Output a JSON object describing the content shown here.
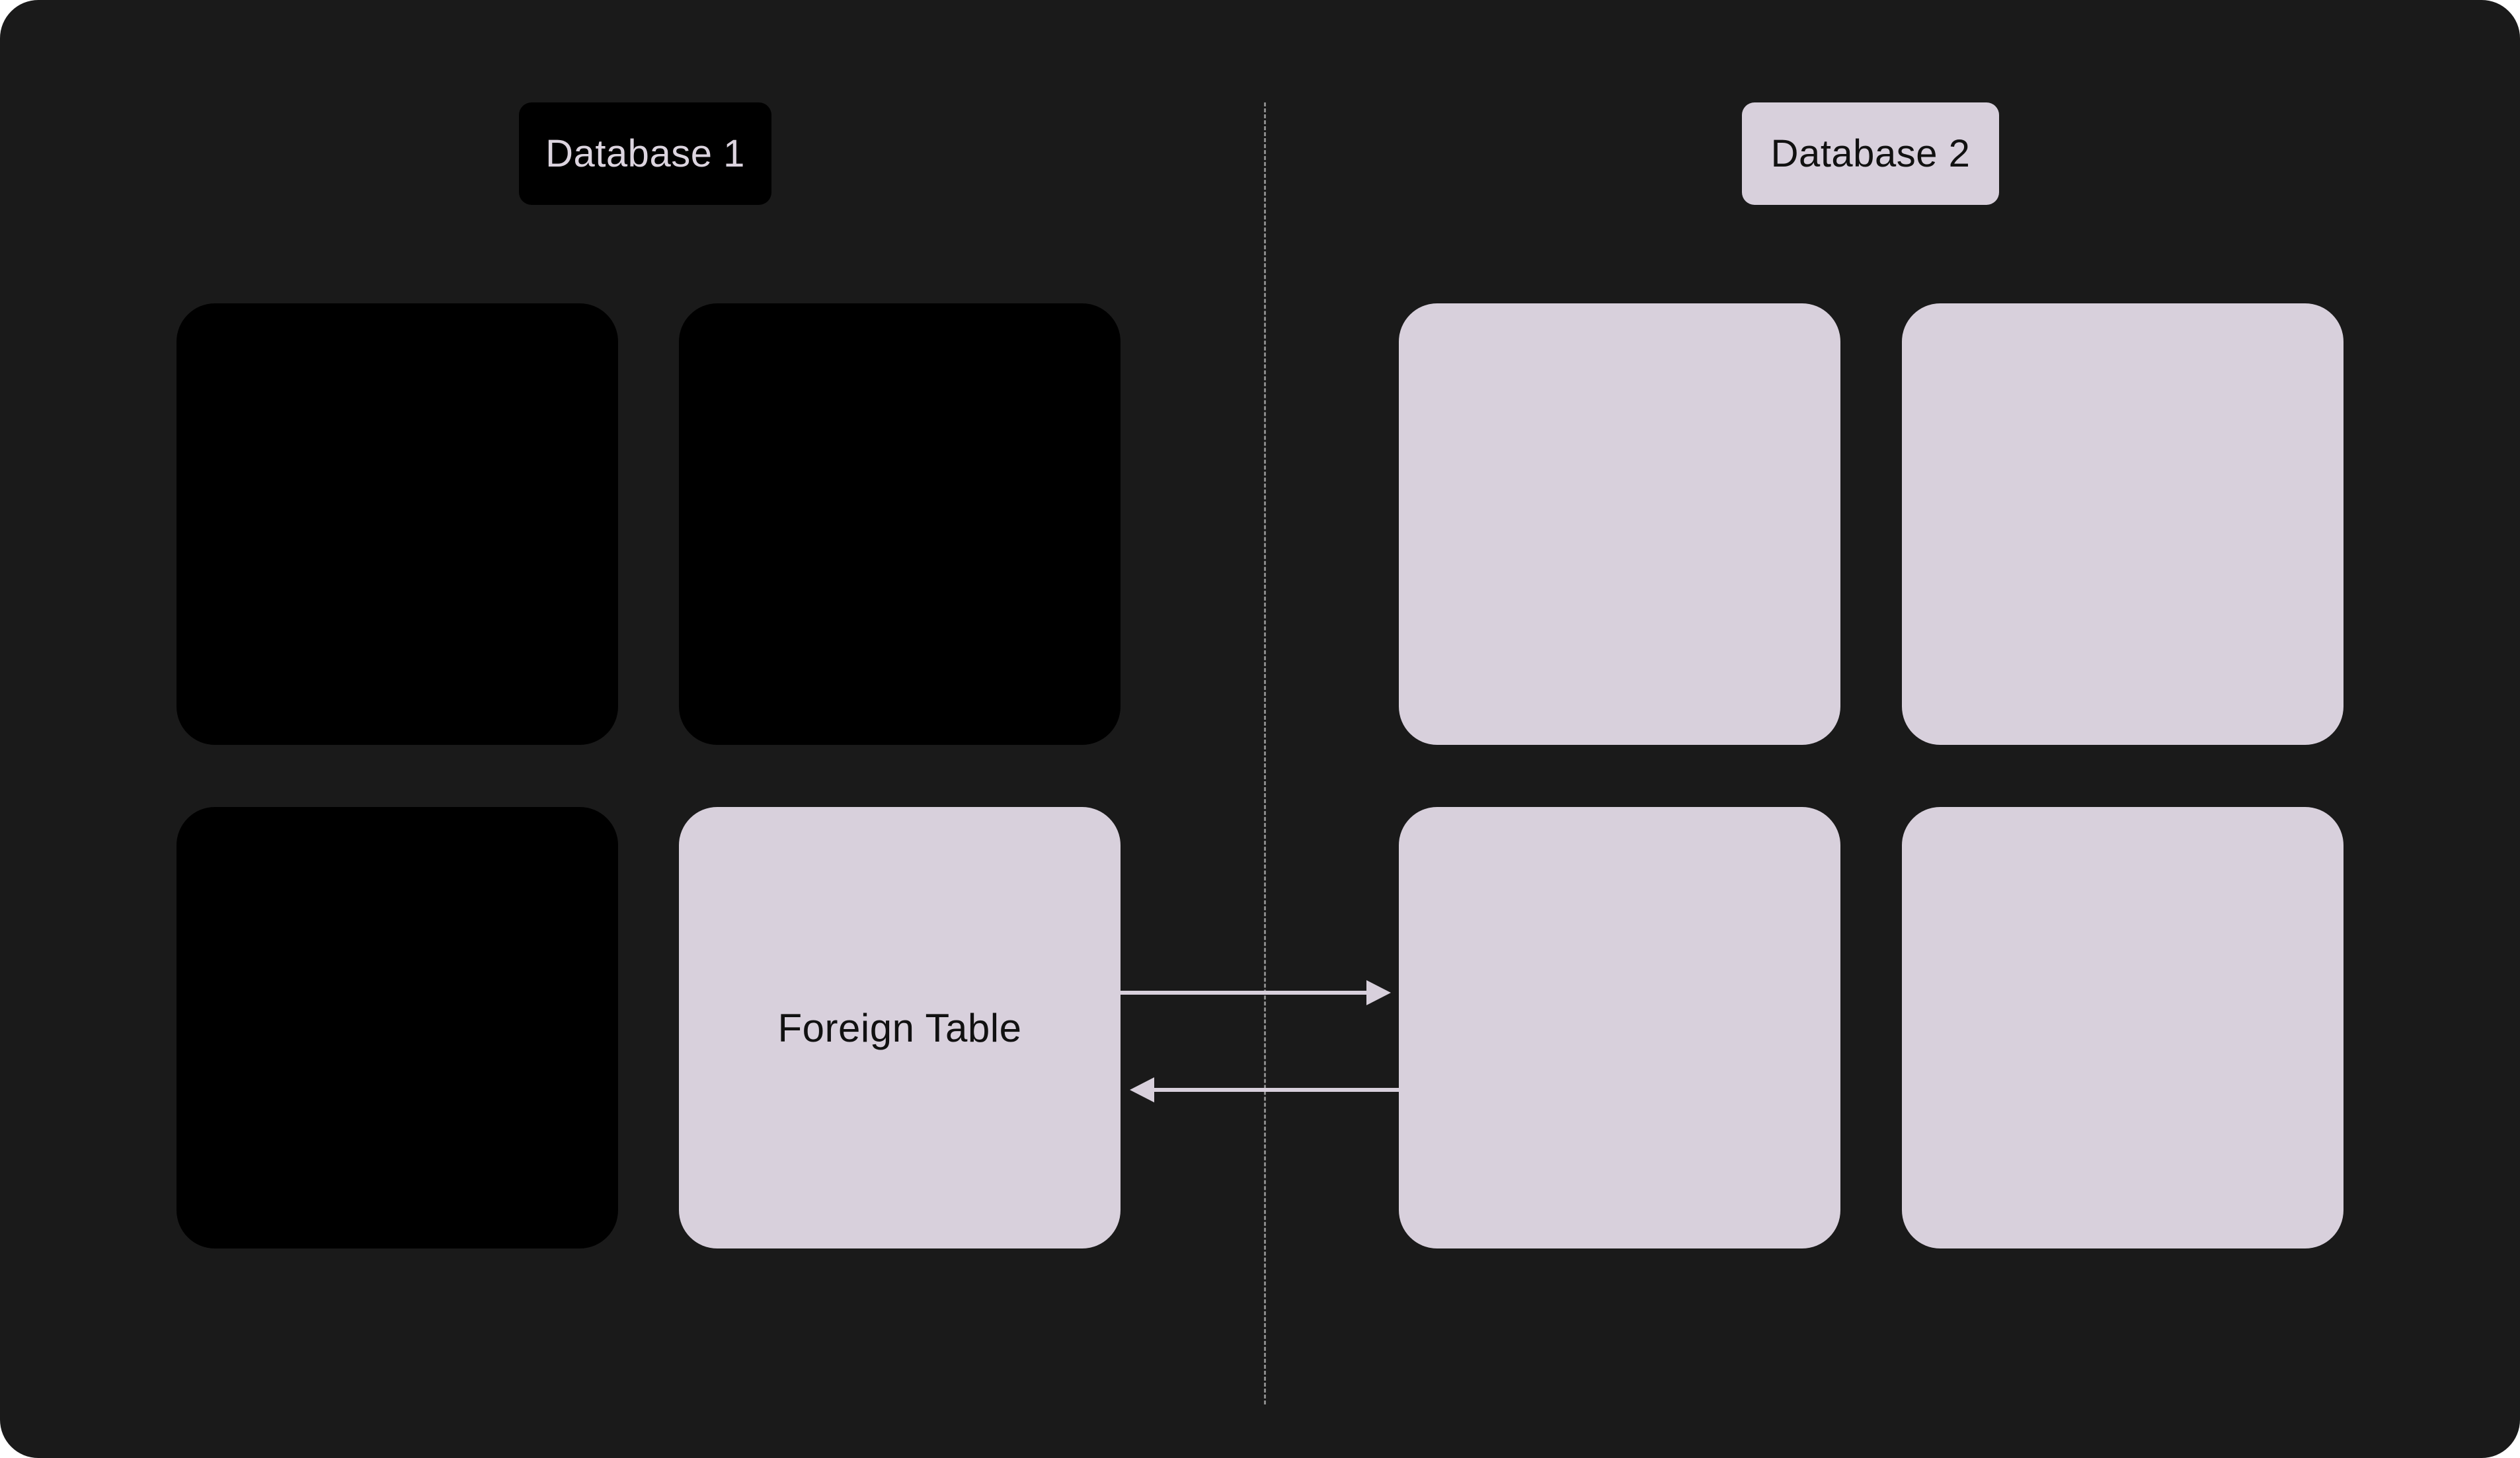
{
  "colors": {
    "background": "#1a1a1a",
    "dark_tile": "#000000",
    "light_tile": "#d8d0dc",
    "divider": "#8a8a8a",
    "arrow": "#d8d0dc"
  },
  "database_1": {
    "label": "Database 1",
    "tables": [
      {
        "text": "",
        "style": "dark"
      },
      {
        "text": "",
        "style": "dark"
      },
      {
        "text": "",
        "style": "dark"
      },
      {
        "text": "Foreign Table",
        "style": "light"
      }
    ]
  },
  "database_2": {
    "label": "Database 2",
    "tables": [
      {
        "text": "",
        "style": "light"
      },
      {
        "text": "",
        "style": "light"
      },
      {
        "text": "",
        "style": "light"
      },
      {
        "text": "",
        "style": "light"
      }
    ]
  },
  "connections": [
    {
      "from": "foreign-table",
      "to": "database-2-table-3",
      "direction": "right"
    },
    {
      "from": "database-2-table-3",
      "to": "foreign-table",
      "direction": "left"
    }
  ]
}
